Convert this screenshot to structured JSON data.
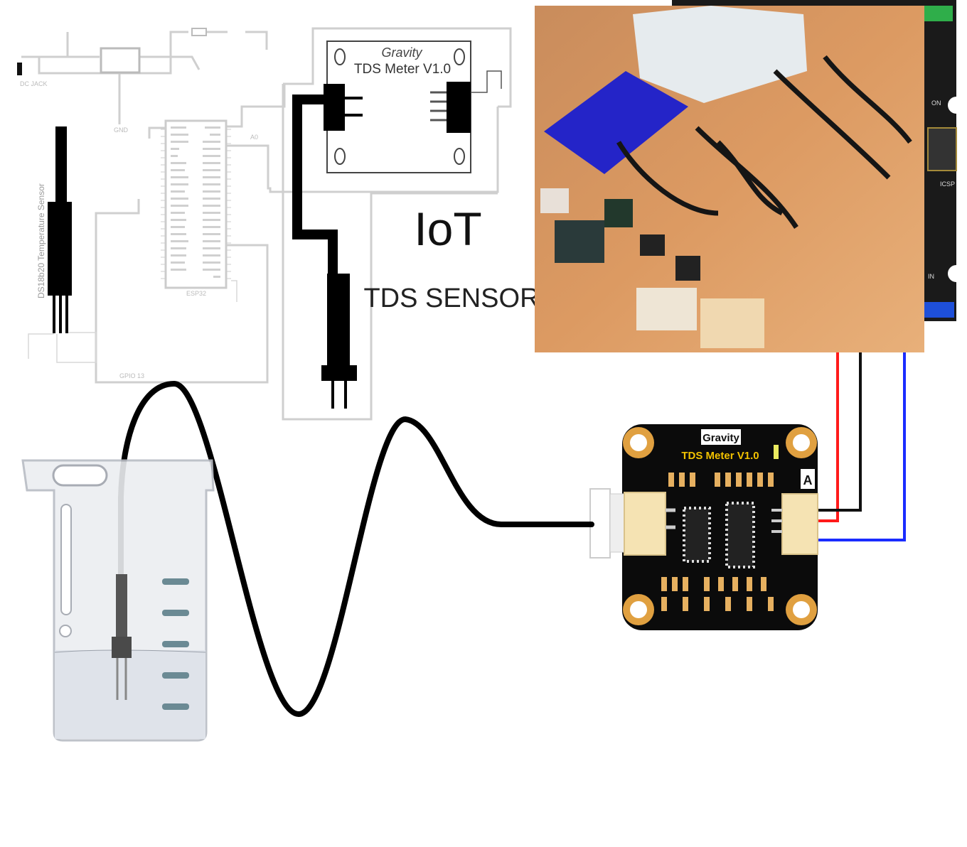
{
  "schematic": {
    "temp_sensor_label": "DS18b20 Temperature Sensor",
    "mcu_label": "ESP32",
    "analog_pin_label": "A0",
    "gpio_label": "GPIO 13",
    "gnd_label": "GND",
    "dc_jack_label": "DC JACK"
  },
  "module_drawing": {
    "brand": "Gravity",
    "model": "TDS Meter V1.0"
  },
  "headline": {
    "title": "IoT",
    "subtitle": "TDS SENSOR"
  },
  "board": {
    "brand": "Gravity",
    "model": "TDS Meter V1.0",
    "pin_marker": "A"
  },
  "controller": {
    "labels": [
      "ON",
      "ICSP",
      "IN"
    ]
  },
  "colors": {
    "wire_red": "#ff1a1a",
    "wire_black": "#111111",
    "wire_blue": "#1a2cff",
    "board": "#0b0b0b",
    "pad": "#e0a040",
    "board_text": "#f2c200",
    "photo_bg": "#d9955c"
  }
}
